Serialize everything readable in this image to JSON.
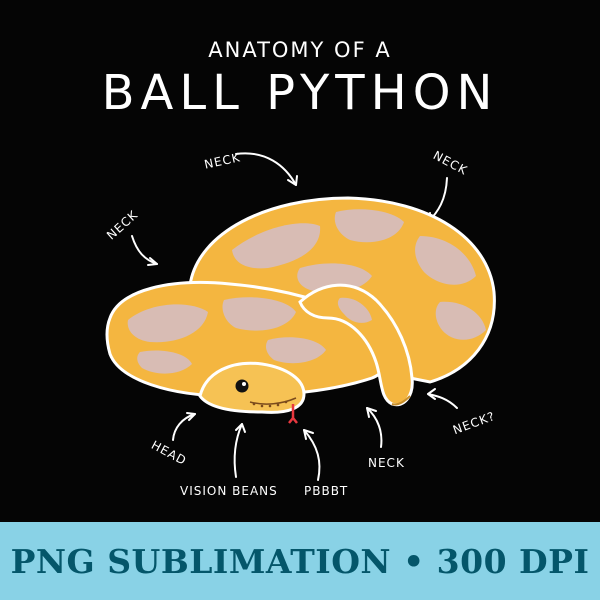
{
  "title": {
    "line1": "ANATOMY OF A",
    "line2": "BALL PYTHON"
  },
  "labels": {
    "neck_top": "NECK",
    "neck_right": "NECK",
    "neck_left": "NECK",
    "head": "HEAD",
    "vision": "VISION BEANS",
    "pbbbt": "PBBBT",
    "neck_bottom": "NECK",
    "neck_question": "NECK?"
  },
  "banner": {
    "text": "PNG SUBLIMATION • 300 DPI"
  },
  "colors": {
    "background": "#050505",
    "snake_yellow": "#f4b640",
    "snake_lavender": "#d8bcb4",
    "banner_bg": "#89d2e6",
    "banner_text": "#04566a"
  }
}
